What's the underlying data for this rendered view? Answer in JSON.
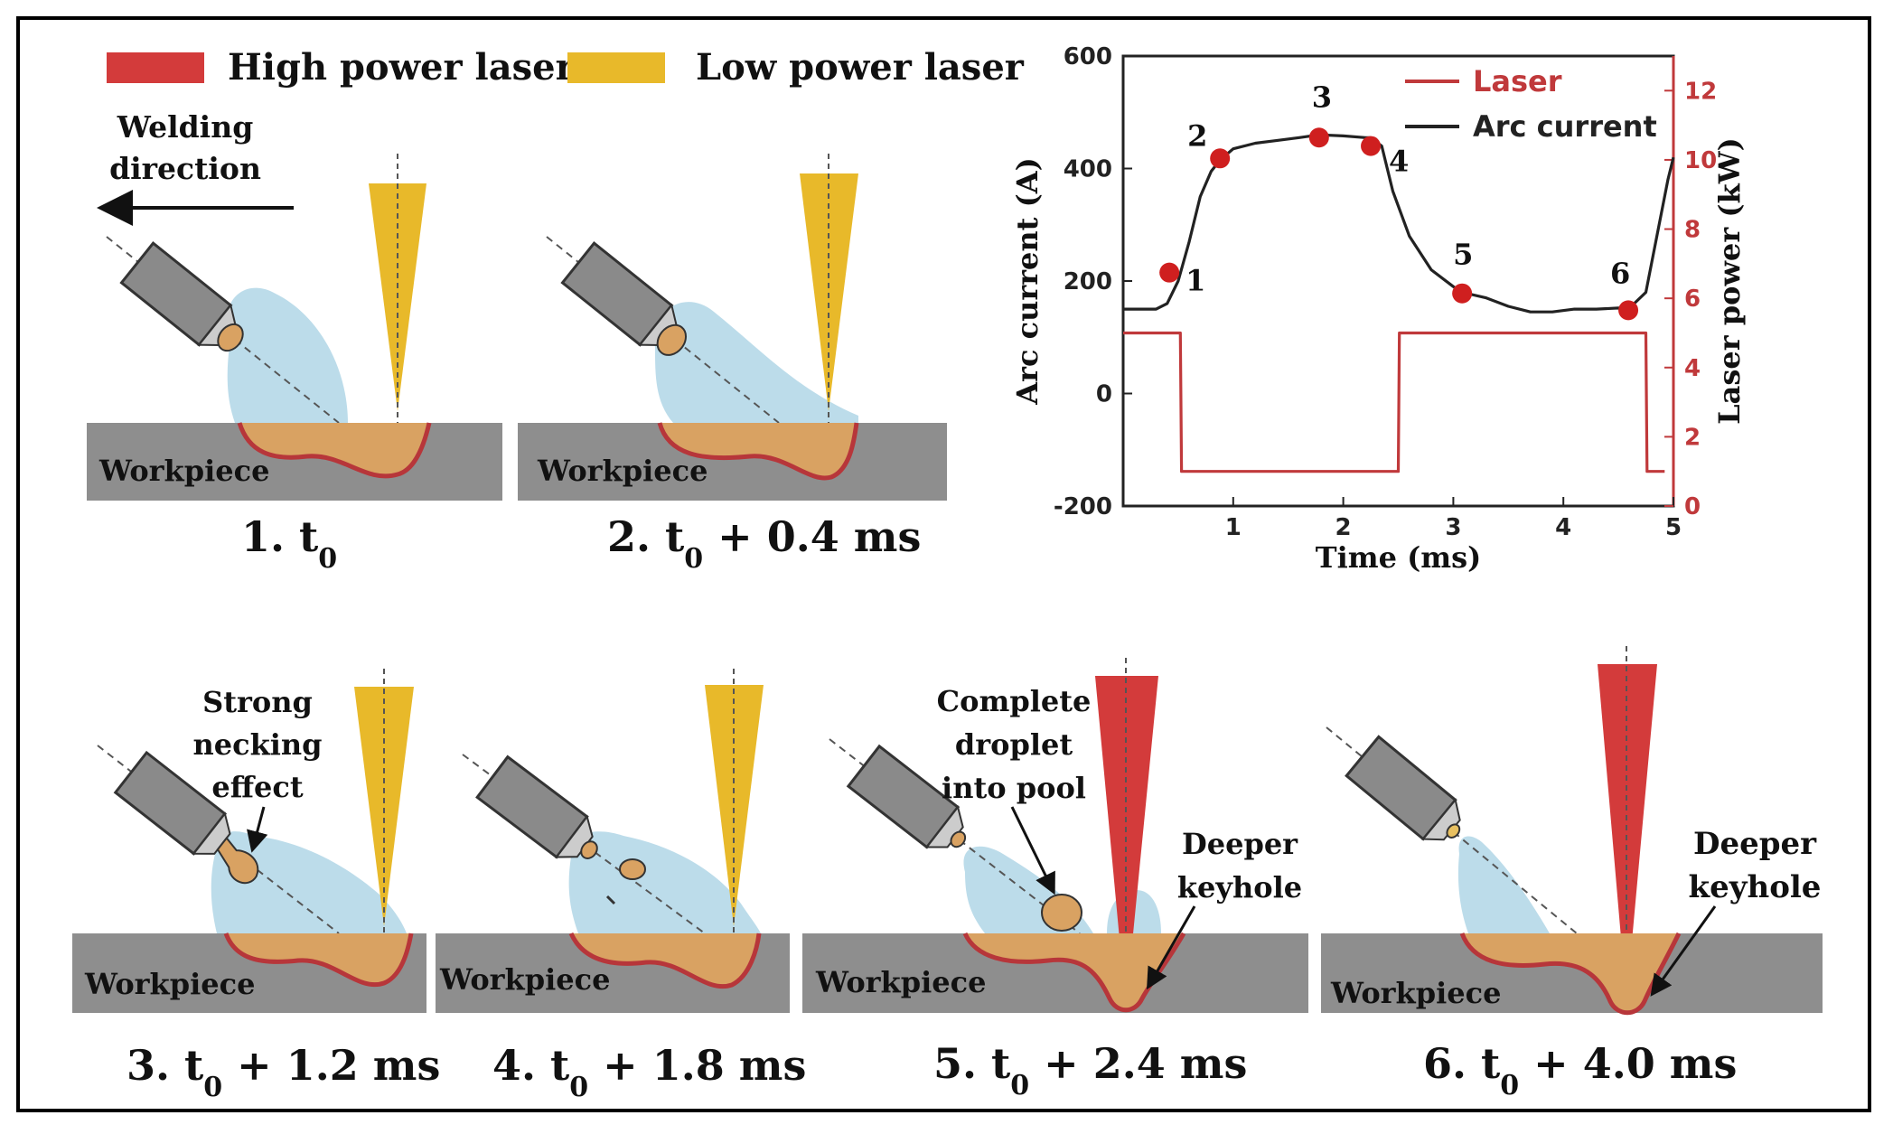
{
  "legend": {
    "high_power": "High power laser",
    "low_power": "Low power laser"
  },
  "welding_direction": [
    "Welding",
    "direction"
  ],
  "workpiece_label": "Workpiece",
  "panels": [
    {
      "num": "1. t",
      "sub": "0",
      "suffix": ""
    },
    {
      "num": "2. t",
      "sub": "0",
      "suffix": " + 0.4 ms"
    },
    {
      "num": "3. t",
      "sub": "0",
      "suffix": " + 1.2 ms"
    },
    {
      "num": "4. t",
      "sub": "0",
      "suffix": " + 1.8 ms"
    },
    {
      "num": "5. t",
      "sub": "0",
      "suffix": " + 2.4 ms"
    },
    {
      "num": "6. t",
      "sub": "0",
      "suffix": " + 4.0 ms"
    }
  ],
  "annotations": {
    "necking": [
      "Strong",
      "necking",
      "effect"
    ],
    "droplet": [
      "Complete",
      "droplet",
      "into pool"
    ],
    "keyhole": [
      "Deeper",
      "keyhole"
    ]
  },
  "colors": {
    "high_laser": "#d33b3b",
    "low_laser": "#e8b92a",
    "arc_plume": "#bcdcea",
    "molten_pool": "#d9a262",
    "pool_edge": "#b7363a",
    "workpiece": "#8e8e8e",
    "torch": "#8a8a8a",
    "curve_laser": "#c0393b",
    "curve_arc": "#222222",
    "marker": "#cf1f1f"
  },
  "chart_data": {
    "type": "line",
    "xlabel": "Time (ms)",
    "ylabel_left": "Arc current (A)",
    "ylabel_right": "Laser power (kW)",
    "xlim": [
      0,
      5
    ],
    "ylim_left": [
      -200,
      600
    ],
    "ylim_right": [
      0,
      13
    ],
    "x_ticks": [
      1,
      2,
      3,
      4,
      5
    ],
    "y_ticks_left": [
      -200,
      0,
      200,
      400,
      600
    ],
    "y_ticks_right": [
      0,
      2,
      4,
      6,
      8,
      10,
      12
    ],
    "legend_placement": "top-right",
    "series": [
      {
        "name": "Laser",
        "axis": "right",
        "x": [
          0,
          0.52,
          0.53,
          2.5,
          2.51,
          4.75,
          4.76,
          4.92
        ],
        "y": [
          5,
          5,
          1,
          1,
          5,
          5,
          1,
          1
        ]
      },
      {
        "name": "Arc current",
        "axis": "left",
        "x": [
          0,
          0.3,
          0.4,
          0.5,
          0.6,
          0.7,
          0.8,
          0.88,
          1.0,
          1.2,
          1.4,
          1.6,
          1.78,
          2.0,
          2.2,
          2.25,
          2.35,
          2.45,
          2.6,
          2.8,
          3.0,
          3.08,
          3.3,
          3.5,
          3.7,
          3.9,
          4.1,
          4.3,
          4.5,
          4.59,
          4.75,
          4.85,
          4.95,
          5.0
        ],
        "y": [
          150,
          150,
          160,
          200,
          270,
          350,
          395,
          415,
          435,
          445,
          450,
          455,
          460,
          458,
          455,
          455,
          440,
          360,
          280,
          220,
          190,
          180,
          170,
          155,
          145,
          145,
          150,
          150,
          152,
          150,
          180,
          280,
          380,
          420
        ]
      }
    ],
    "markers": {
      "labels": [
        "1",
        "2",
        "3",
        "4",
        "5",
        "6"
      ],
      "x": [
        0.42,
        0.88,
        1.78,
        2.25,
        3.08,
        4.59
      ],
      "y": [
        215,
        418,
        455,
        440,
        178,
        148
      ]
    }
  }
}
